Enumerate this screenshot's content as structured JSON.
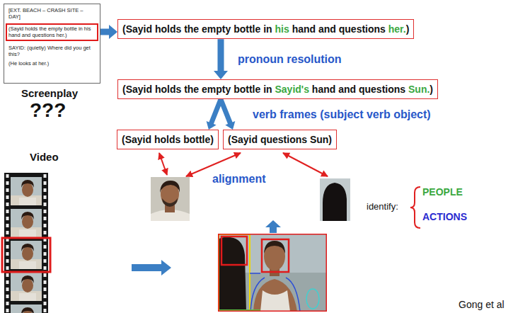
{
  "diagram": {
    "nodes": [
      {
        "text": [
          "[EXT. BEACH – CRASH SITE – DAY]",
          "SAYID: (quietly) Where did you get this?",
          "(He looks at her.)"
        ]
      },
      {
        "text": [
          "(Sayid holds the empty bottle in his hand and questions her.)"
        ],
        "in": 0
      },
      {
        "text": [
          "(Sayid holds the empty bottle in his hand and questions her.)"
        ]
      },
      {
        "text": [
          "(Sayid holds the empty bottle in Sayid's hand and questions Sun.)"
        ]
      },
      {
        "text": [
          "(Sayid holds bottle)"
        ]
      },
      {
        "text": [
          "(Sayid questions Sun)"
        ]
      }
    ],
    "edges": [
      {
        "from": 1,
        "to": 2,
        "arrow": "to"
      },
      {
        "from": 2,
        "to": 3,
        "label": "pronoun resolution",
        "arrow": "to"
      },
      {
        "from": 3,
        "to": 4,
        "label": "verb frames (subject verb object)",
        "arrow": "to"
      },
      {
        "from": 3,
        "to": 5,
        "arrow": "to"
      }
    ],
    "labels": [
      "Screenplay",
      "???",
      "Video",
      "alignment",
      "identify:",
      "PEOPLE",
      "ACTIONS",
      "Gong et al"
    ]
  }
}
